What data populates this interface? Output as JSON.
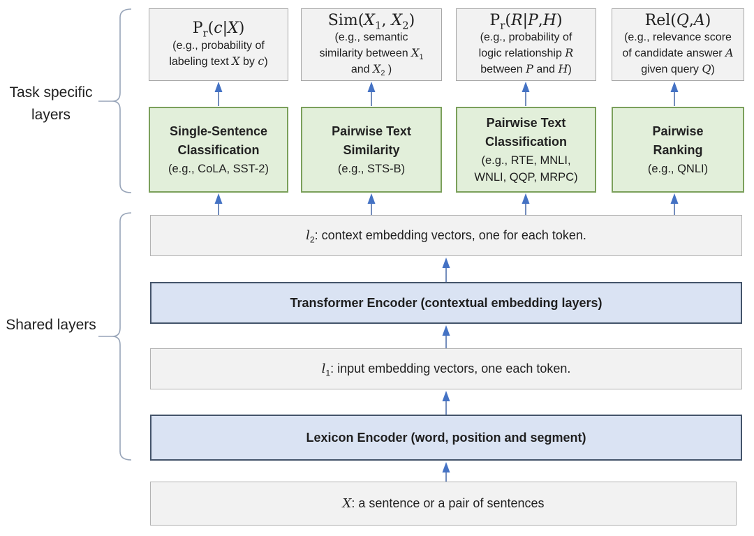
{
  "colors": {
    "gray_box_fill": "#f2f2f2",
    "gray_box_border": "#a6a6a6",
    "green_box_fill": "#e2efda",
    "green_box_border": "#7ba05b",
    "blue_bar_fill": "#dae3f3",
    "blue_bar_border": "#44546a",
    "arrow": "#4472c4",
    "brace": "#97a4b8"
  },
  "labels": {
    "task_specific": "Task specific layers",
    "shared": "Shared layers"
  },
  "task_columns": [
    {
      "output": {
        "formula": "P_r_(*c*|*X*)",
        "description": "(e.g., probability of\nlabeling text *X* by *c*)"
      },
      "task": {
        "title": "Single-Sentence\nClassification",
        "examples": "(e.g., CoLA, SST-2)"
      }
    },
    {
      "output": {
        "formula": "Sim(*X*_1_, *X*_2_)",
        "description": "(e.g., semantic\nsimilarity between *X*_1_\nand *X*_2_ )"
      },
      "task": {
        "title": "Pairwise Text\nSimilarity",
        "examples": "(e.g., STS-B)"
      }
    },
    {
      "output": {
        "formula": "P_r_(*R*|*P*,*H*)",
        "description": "(e.g., probability of\nlogic relationship *R*\nbetween *P* and *H*)"
      },
      "task": {
        "title": "Pairwise Text\nClassification",
        "examples": "(e.g., RTE, MNLI,\nWNLI, QQP, MRPC)"
      }
    },
    {
      "output": {
        "formula": "Rel(*Q*,*A*)",
        "description": "(e.g., relevance score\nof candidate answer *A*\ngiven query *Q*)"
      },
      "task": {
        "title": "Pairwise\nRanking",
        "examples": "(e.g., QNLI)"
      }
    }
  ],
  "shared_layers": {
    "l2": "*l*_2_: context embedding vectors, one for each token.",
    "transformer": "Transformer Encoder (contextual embedding layers)",
    "l1": "*l*_1_: input embedding vectors, one each token.",
    "lexicon": "Lexicon Encoder (word, position and segment)",
    "input": "*X*: a sentence or a pair of sentences"
  }
}
